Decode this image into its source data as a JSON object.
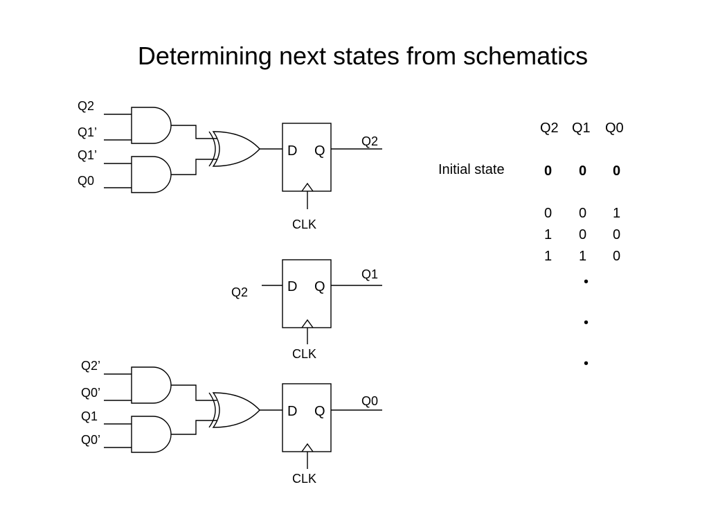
{
  "slide": {
    "title": "Determining next states from schematics"
  },
  "circuit_top": {
    "inputs": [
      "Q2",
      "Q1’",
      "Q1’",
      "Q0"
    ],
    "flipflop": {
      "d_label": "D",
      "q_label": "Q",
      "clock_label": "CLK",
      "output_label": "Q2"
    }
  },
  "circuit_middle": {
    "input": "Q2",
    "flipflop": {
      "d_label": "D",
      "q_label": "Q",
      "clock_label": "CLK",
      "output_label": "Q1"
    }
  },
  "circuit_bottom": {
    "inputs": [
      "Q2’",
      "Q0’",
      "Q1",
      "Q0’"
    ],
    "flipflop": {
      "d_label": "D",
      "q_label": "Q",
      "clock_label": "CLK",
      "output_label": "Q0"
    }
  },
  "state_table": {
    "headers": [
      "Q2",
      "Q1",
      "Q0"
    ],
    "initial_label": "Initial state",
    "initial": [
      "0",
      "0",
      "0"
    ],
    "rows": [
      [
        "0",
        "0",
        "1"
      ],
      [
        "1",
        "0",
        "0"
      ],
      [
        "1",
        "1",
        "0"
      ]
    ],
    "continuation": [
      "•",
      "•",
      "•"
    ]
  }
}
